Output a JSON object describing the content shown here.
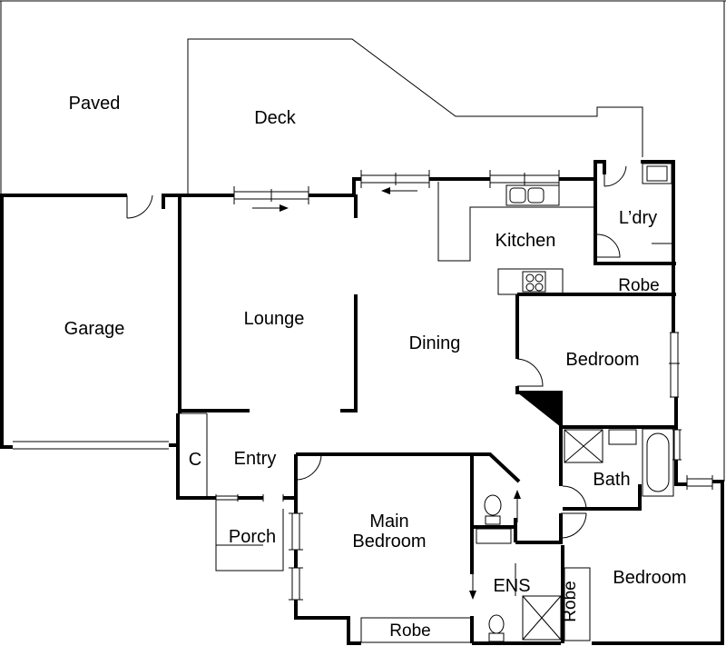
{
  "floorplan": {
    "rooms": [
      {
        "id": "paved",
        "label": "Paved"
      },
      {
        "id": "deck",
        "label": "Deck"
      },
      {
        "id": "garage",
        "label": "Garage"
      },
      {
        "id": "lounge",
        "label": "Lounge"
      },
      {
        "id": "kitchen",
        "label": "Kitchen"
      },
      {
        "id": "laundry",
        "label": "L’dry"
      },
      {
        "id": "robe-laundry",
        "label": "Robe"
      },
      {
        "id": "dining",
        "label": "Dining"
      },
      {
        "id": "bedroom-2",
        "label": "Bedroom"
      },
      {
        "id": "entry",
        "label": "Entry"
      },
      {
        "id": "cupboard",
        "label": "C"
      },
      {
        "id": "bath",
        "label": "Bath"
      },
      {
        "id": "porch",
        "label": "Porch"
      },
      {
        "id": "main-bedroom",
        "label": "Main\nBedroom"
      },
      {
        "id": "ensuite",
        "label": "ENS"
      },
      {
        "id": "bedroom-3",
        "label": "Bedroom"
      },
      {
        "id": "robe-main",
        "label": "Robe"
      },
      {
        "id": "robe-bedroom-3",
        "label": "Robe"
      }
    ]
  }
}
